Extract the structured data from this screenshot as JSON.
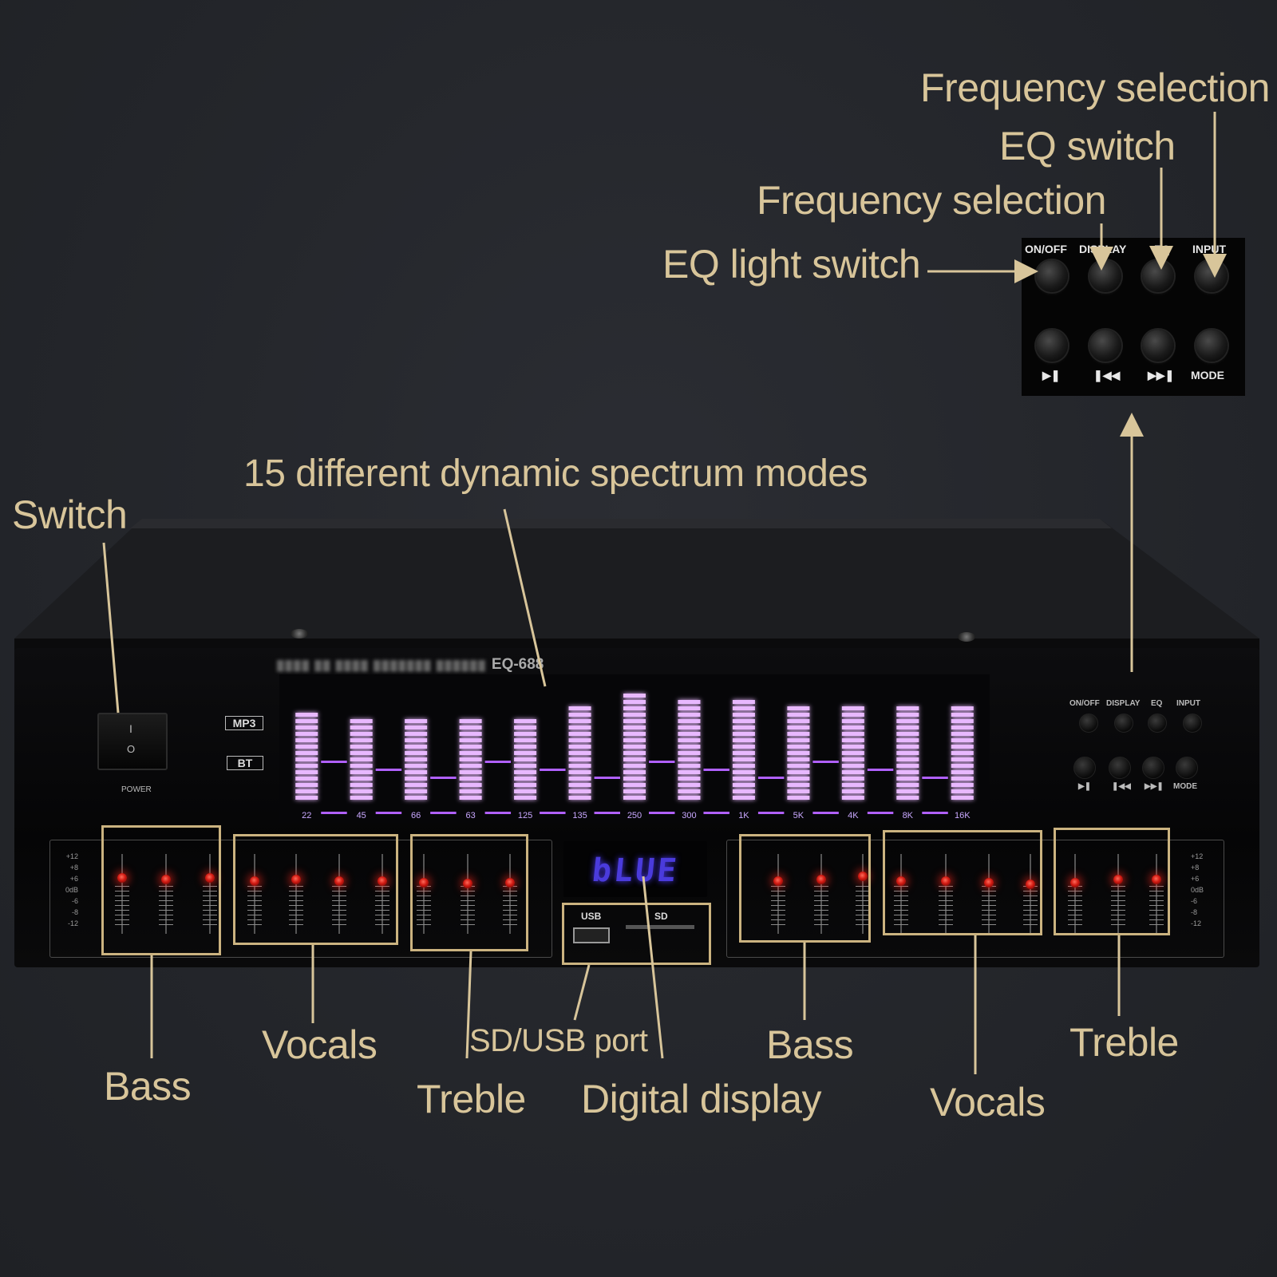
{
  "annotations": {
    "freq_selection_top": "Frequency selection",
    "eq_switch": "EQ switch",
    "freq_selection_mid": "Frequency selection",
    "eq_light_switch": "EQ light switch",
    "spectrum_modes": "15 different dynamic spectrum modes",
    "switch": "Switch",
    "bass_left": "Bass",
    "vocals_left": "Vocals",
    "treble_left": "Treble",
    "sd_usb_port": "SD/USB port",
    "digital_display": "Digital display",
    "bass_right": "Bass",
    "vocals_right": "Vocals",
    "treble_right": "Treble"
  },
  "button_panel": {
    "top_labels": [
      "ON/OFF",
      "DISPLAY",
      "EQ",
      "INPUT"
    ],
    "bottom_labels": [
      "▶❚",
      "❚◀◀",
      "▶▶❚",
      "MODE"
    ]
  },
  "device": {
    "model": "EQ-688",
    "power_label": "POWER",
    "power_on_symbol": "I",
    "power_off_symbol": "O",
    "badge_mp3": "MP3",
    "badge_bt": "BT",
    "display_text": "bLUE",
    "usb_label": "USB",
    "sd_label": "SD"
  },
  "spectrum": {
    "frequencies": [
      "22",
      "45",
      "66",
      "63",
      "125",
      "135",
      "250",
      "300",
      "1K",
      "5K",
      "4K",
      "8K",
      "16K"
    ],
    "bar_levels": [
      0.76,
      0.7,
      0.7,
      0.7,
      0.7,
      0.82,
      0.95,
      0.87,
      0.87,
      0.82,
      0.82,
      0.82,
      0.82
    ],
    "bar_color": "#e8b8ff",
    "glow_color": "#b060ff"
  },
  "eq_scale": [
    "+12",
    "+8",
    "+6",
    "0dB",
    "-6",
    "-8",
    "-12"
  ],
  "colors": {
    "annotation": "#d8c59a",
    "highlight_box": "#cbb380",
    "led": "#e0241a",
    "display": "#4a3bdc"
  }
}
